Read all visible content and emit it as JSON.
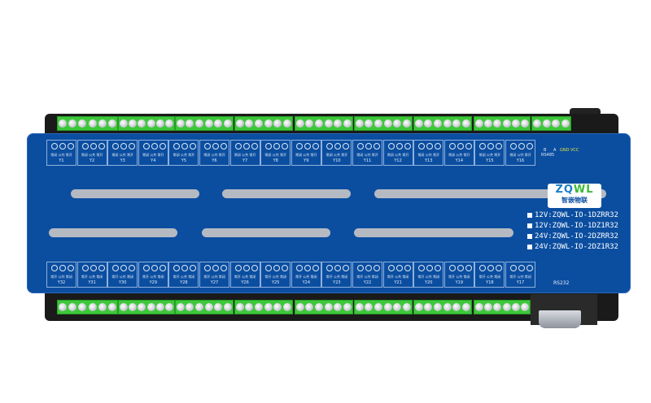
{
  "device": {
    "brand_logo": "ZQWL",
    "brand_cn": "智嵌物联",
    "top_channels": [
      "Y1",
      "Y2",
      "Y3",
      "Y4",
      "Y5",
      "Y6",
      "Y7",
      "Y8",
      "Y9",
      "Y10",
      "Y11",
      "Y12",
      "Y13",
      "Y14",
      "Y15",
      "Y16"
    ],
    "bottom_channels": [
      "Y32",
      "Y31",
      "Y30",
      "Y29",
      "Y28",
      "Y27",
      "Y26",
      "Y25",
      "Y24",
      "Y23",
      "Y22",
      "Y21",
      "Y20",
      "Y19",
      "Y18",
      "Y17"
    ],
    "top_terminal_label": "常闭 公共 常开",
    "bottom_terminal_label": "常开 公共 常闭",
    "rs485": {
      "b": "B",
      "a": "A",
      "gnd": "GND",
      "vcc": "VCC",
      "label": "RS485"
    },
    "rs232_label": "RS232",
    "models": [
      "12V:ZQWL-IO-1DZRR32",
      "12V:ZQWL-IO-1DZ1R32",
      "24V:ZQWL-IO-2DZRR32",
      "24V:ZQWL-IO-2DZ1R32"
    ],
    "colors": {
      "panel": "#0b4ea0",
      "terminal": "#3dc83a",
      "housing": "#1a1a1a",
      "gnd_text": "#e8e23a"
    }
  }
}
